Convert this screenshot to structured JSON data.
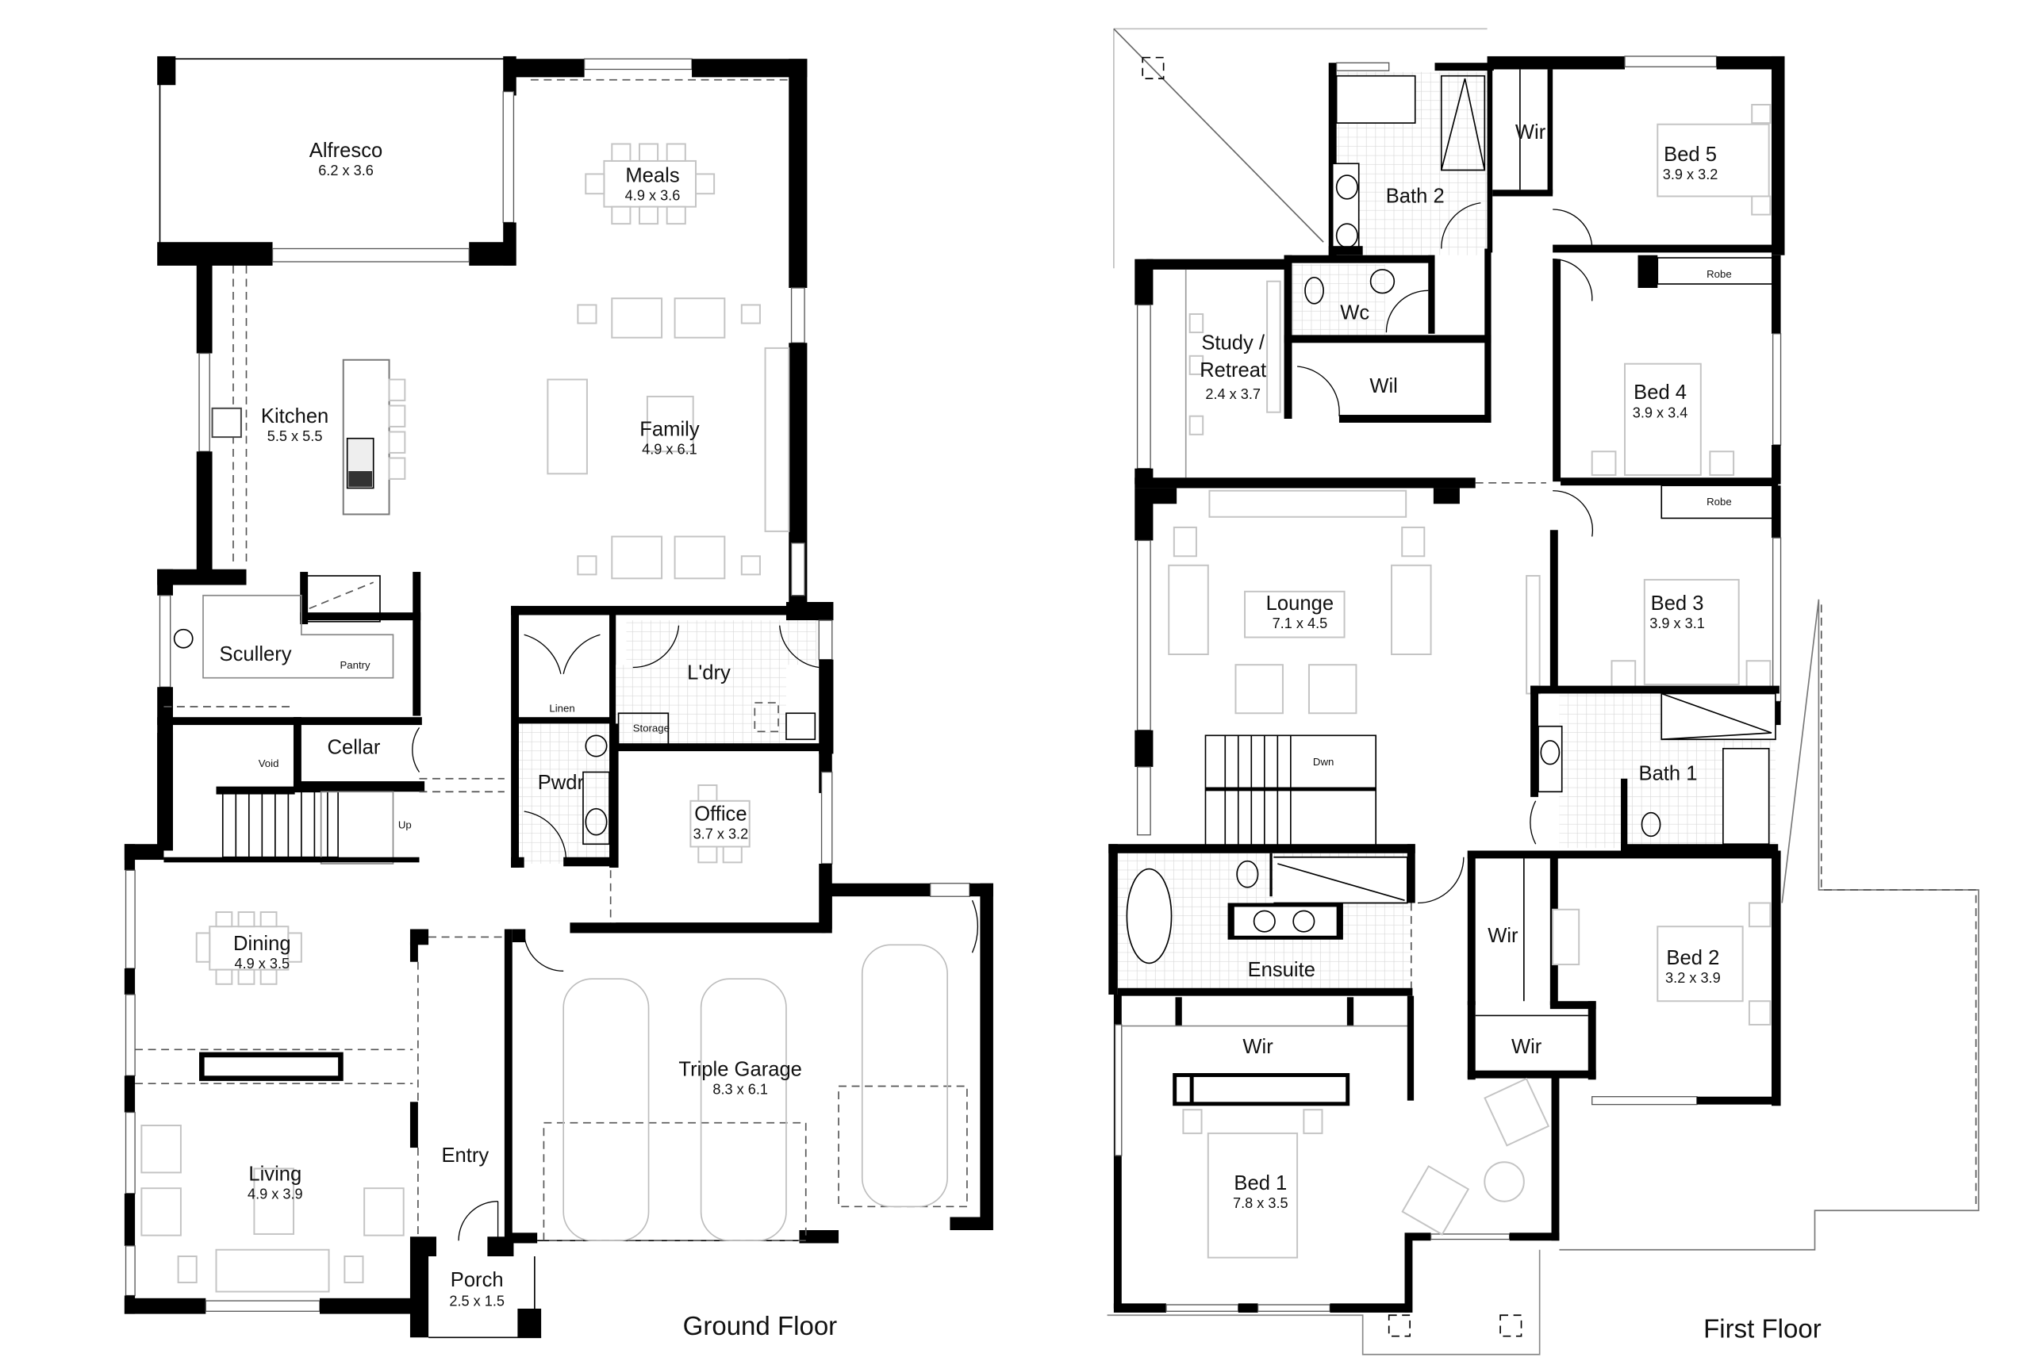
{
  "plan": {
    "ground_floor": {
      "title": "Ground Floor",
      "rooms": {
        "alfresco": {
          "name": "Alfresco",
          "dim": "6.2 x 3.6"
        },
        "meals": {
          "name": "Meals",
          "dim": "4.9 x 3.6"
        },
        "kitchen": {
          "name": "Kitchen",
          "dim": "5.5 x 5.5"
        },
        "family": {
          "name": "Family",
          "dim": "4.9 x 6.1"
        },
        "scullery": {
          "name": "Scullery"
        },
        "pantry": {
          "name": "Pantry"
        },
        "cellar": {
          "name": "Cellar"
        },
        "void": {
          "name": "Void"
        },
        "stairs_up": {
          "name": "Up"
        },
        "linen": {
          "name": "Linen"
        },
        "laundry": {
          "name": "L'dry"
        },
        "storage": {
          "name": "Storage"
        },
        "powder": {
          "name": "Pwdr"
        },
        "office": {
          "name": "Office",
          "dim": "3.7 x 3.2"
        },
        "dining": {
          "name": "Dining",
          "dim": "4.9 x 3.5"
        },
        "living": {
          "name": "Living",
          "dim": "4.9 x 3.9"
        },
        "entry": {
          "name": "Entry"
        },
        "porch": {
          "name": "Porch",
          "dim": "2.5 x 1.5"
        },
        "garage": {
          "name": "Triple Garage",
          "dim": "8.3 x 6.1"
        }
      }
    },
    "first_floor": {
      "title": "First Floor",
      "rooms": {
        "bath2": {
          "name": "Bath 2"
        },
        "wir_bed5": {
          "name": "Wir"
        },
        "bed5": {
          "name": "Bed 5",
          "dim": "3.9 x 3.2"
        },
        "study": {
          "name_line1": "Study /",
          "name_line2": "Retreat",
          "dim": "2.4 x 3.7"
        },
        "wc": {
          "name": "Wc"
        },
        "wil": {
          "name": "Wil"
        },
        "robe_bed4": {
          "name": "Robe"
        },
        "bed4": {
          "name": "Bed 4",
          "dim": "3.9 x 3.4"
        },
        "lounge": {
          "name": "Lounge",
          "dim": "7.1 x 4.5"
        },
        "stairs_down": {
          "name": "Dwn"
        },
        "robe_bed3": {
          "name": "Robe"
        },
        "bed3": {
          "name": "Bed 3",
          "dim": "3.9 x 3.1"
        },
        "bath1": {
          "name": "Bath 1"
        },
        "ensuite": {
          "name": "Ensuite"
        },
        "wir_bed2": {
          "name": "Wir"
        },
        "bed2": {
          "name": "Bed 2",
          "dim": "3.2 x 3.9"
        },
        "wir_lower": {
          "name": "Wir"
        },
        "wir_bed1": {
          "name": "Wir"
        },
        "bed1": {
          "name": "Bed 1",
          "dim": "7.8 x 3.5"
        }
      }
    }
  }
}
